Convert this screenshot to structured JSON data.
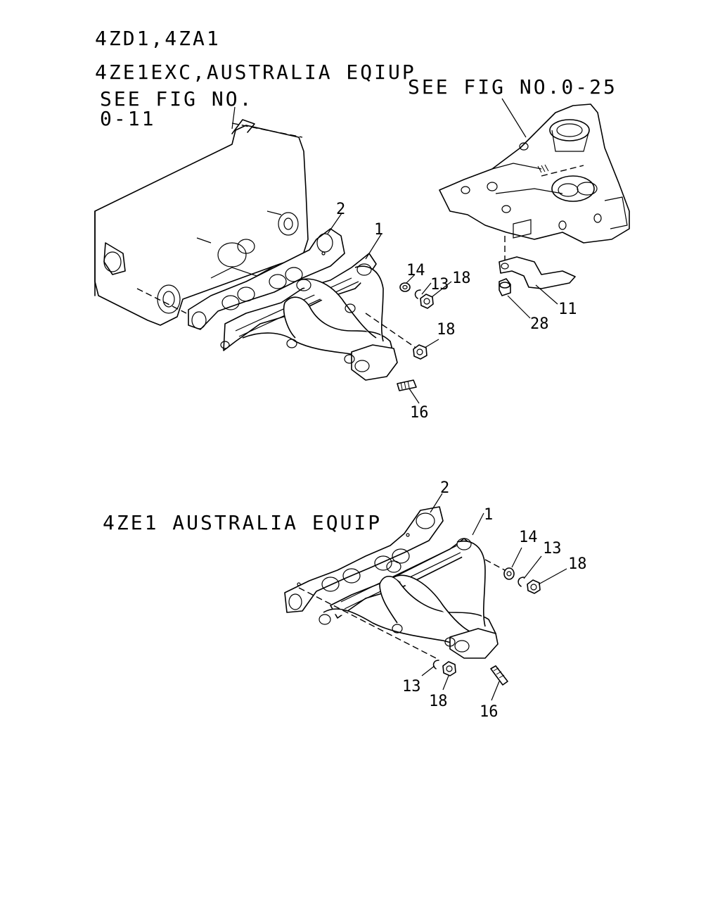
{
  "labels": {
    "engine_models": "4ZD1,4ZA1",
    "top_variant": "4ZE1EXC,AUSTRALIA EQIUP",
    "see_fig_011_line1": "SEE FIG NO.",
    "see_fig_011_line2": "0-11",
    "see_fig_025": "SEE FIG NO.0-25",
    "bottom_variant": "4ZE1 AUSTRALIA EQUIP"
  },
  "callouts_top": {
    "manifold": "1",
    "gasket": "2",
    "washer": "14",
    "clip": "13",
    "nut_upper": "18",
    "nut_lower": "18",
    "stud": "16",
    "heat_shield": "11",
    "bolt": "28"
  },
  "callouts_bottom": {
    "gasket": "2",
    "manifold": "1",
    "washer": "14",
    "clip_upper": "13",
    "nut_upper": "18",
    "clip_lower": "13",
    "nut_lower": "18",
    "stud": "16"
  }
}
